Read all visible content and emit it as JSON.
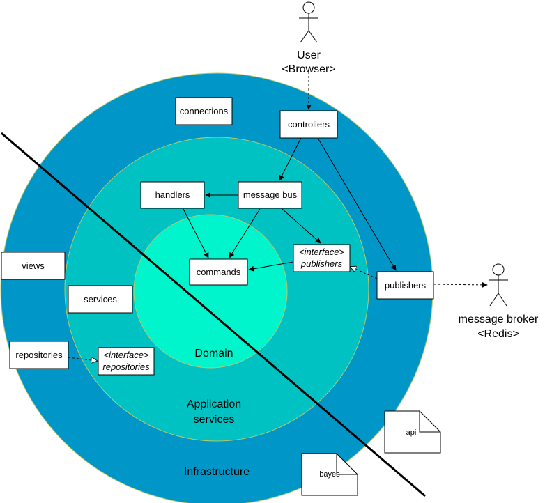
{
  "layers": {
    "infrastructure": "Infrastructure",
    "application_line1": "Application",
    "application_line2": "services",
    "domain": "Domain"
  },
  "boxes": {
    "connections": "connections",
    "controllers": "controllers",
    "handlers": "handlers",
    "message_bus": "message bus",
    "commands": "commands",
    "interface_publishers_line1": "<interface>",
    "interface_publishers_line2": "publishers",
    "publishers": "publishers",
    "views": "views",
    "services": "services",
    "repositories": "repositories",
    "interface_repositories_line1": "<interface>",
    "interface_repositories_line2": "repositories"
  },
  "actors": {
    "user_line1": "User",
    "user_line2": "<Browser>",
    "broker_line1": "message broker",
    "broker_line2": "<Redis>"
  },
  "documents": {
    "api": "api",
    "bayes": "bayes"
  },
  "colors": {
    "infrastructure": "#0096C7",
    "application": "#00C2C2",
    "domain": "#00F5CC",
    "ring_stroke": "#B8C96A"
  }
}
